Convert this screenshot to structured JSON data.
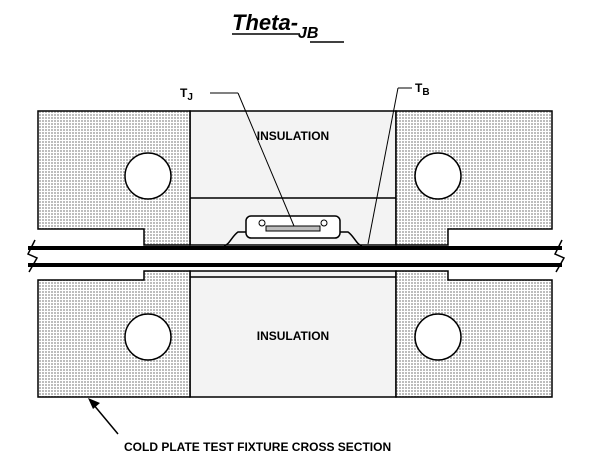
{
  "title": {
    "main": "Theta",
    "dash": "-",
    "subscript": "JB"
  },
  "labels": {
    "tj_letter": "T",
    "tj_sub": "J",
    "tb_letter": "T",
    "tb_sub": "B",
    "insulation_top": "INSULATION",
    "insulation_bottom": "INSULATION",
    "caption": "COLD PLATE TEST FIXTURE CROSS SECTION"
  },
  "colors": {
    "stipple": "#d8d8d8",
    "insulation": "#f3f3f3",
    "line": "#000000"
  }
}
